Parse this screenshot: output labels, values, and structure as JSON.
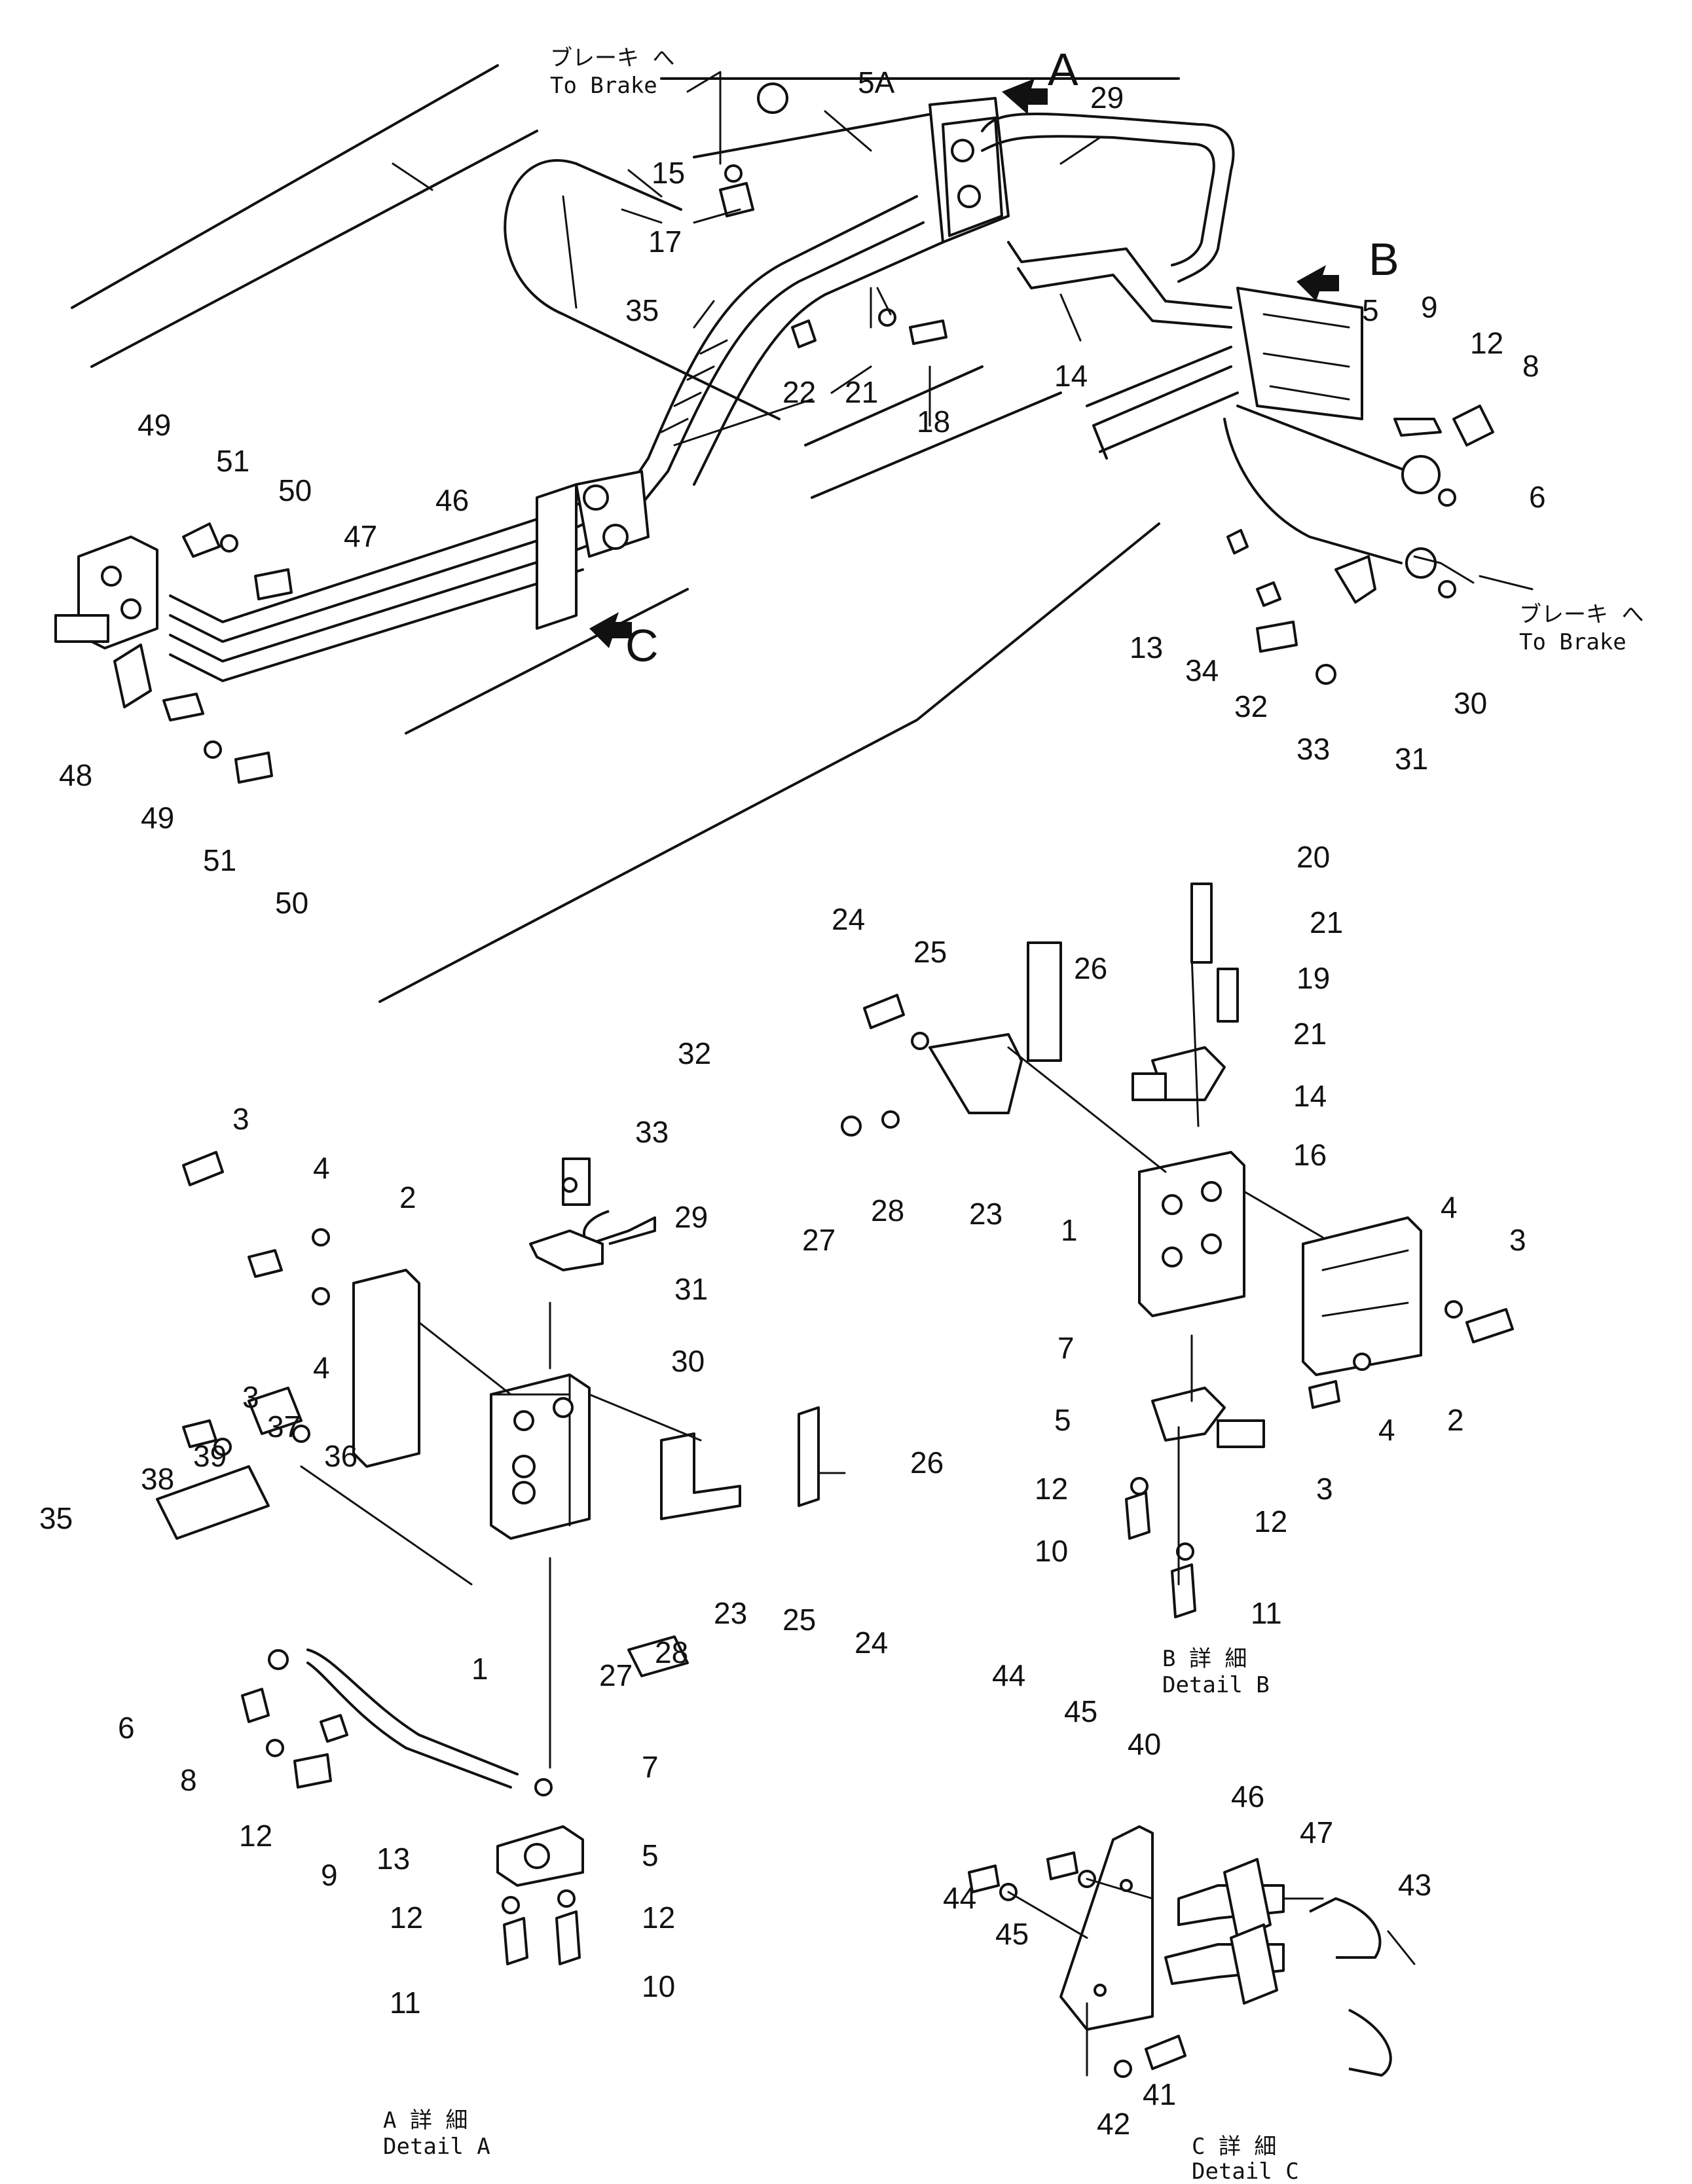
{
  "diagram": {
    "view_markers": [
      "A",
      "B",
      "C"
    ],
    "notes": [
      {
        "jp": "ブレーキ へ",
        "en": "To Brake"
      },
      {
        "jp": "ブレーキ へ",
        "en": "To Brake"
      }
    ],
    "details": [
      {
        "jp": "A 詳 細",
        "en": "Detail A"
      },
      {
        "jp": "B 詳 細",
        "en": "Detail B"
      },
      {
        "jp": "C 詳 細",
        "en": "Detail C"
      }
    ],
    "callouts_main": [
      "5A",
      "29",
      "15",
      "17",
      "35",
      "22",
      "21",
      "18",
      "14",
      "5",
      "9",
      "12",
      "8",
      "6",
      "49",
      "51",
      "50",
      "46",
      "47",
      "48",
      "49",
      "51",
      "50",
      "13",
      "34",
      "32",
      "33",
      "31",
      "30"
    ],
    "callouts_detail_a": [
      "32",
      "33",
      "29",
      "31",
      "30",
      "3",
      "4",
      "2",
      "3",
      "4",
      "38",
      "39",
      "37",
      "36",
      "35",
      "1",
      "26",
      "23",
      "25",
      "24",
      "27",
      "28",
      "6",
      "8",
      "12",
      "13",
      "9",
      "7",
      "5",
      "12",
      "12",
      "11",
      "10"
    ],
    "callouts_detail_b": [
      "20",
      "21",
      "19",
      "21",
      "14",
      "16",
      "24",
      "25",
      "26",
      "23",
      "27",
      "28",
      "1",
      "4",
      "3",
      "2",
      "7",
      "5",
      "12",
      "12",
      "10",
      "11",
      "3",
      "4"
    ],
    "callouts_detail_c": [
      "44",
      "45",
      "40",
      "46",
      "47",
      "43",
      "44",
      "45",
      "41",
      "42"
    ]
  }
}
